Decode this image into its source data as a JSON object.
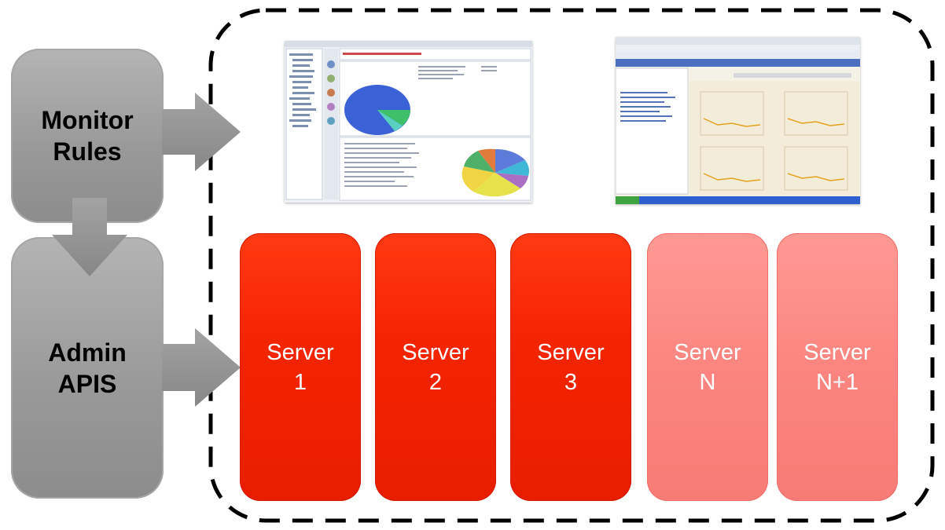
{
  "monitor_box": {
    "label": "Monitor\nRules"
  },
  "admin_box": {
    "label": "Admin\nAPIS"
  },
  "servers": [
    {
      "label": "Server\n1",
      "state": "active"
    },
    {
      "label": "Server\n2",
      "state": "active"
    },
    {
      "label": "Server\n3",
      "state": "active"
    },
    {
      "label": "Server\nN",
      "state": "pending"
    },
    {
      "label": "Server\nN+1",
      "state": "pending"
    }
  ],
  "screenshots": [
    {
      "name": "monitoring-dashboard-pie-charts"
    },
    {
      "name": "monitoring-dashboard-line-charts"
    }
  ],
  "colors": {
    "gray_box": "#9e9e9e",
    "arrow": "#8f8f8f",
    "server_active": "#f42400",
    "server_pending": "#fb8580",
    "cluster_border": "#000000"
  }
}
